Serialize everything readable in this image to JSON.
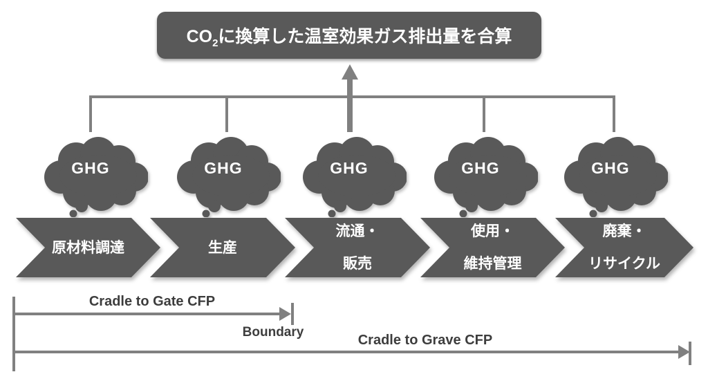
{
  "diagram": {
    "title_box": {
      "prefix": "CO",
      "sub": "2",
      "suffix": "に換算した温室効果ガス排出量を合算"
    },
    "ghg_label": "GHG",
    "stages": [
      {
        "lines": [
          "原材料調達"
        ]
      },
      {
        "lines": [
          "生産"
        ]
      },
      {
        "lines": [
          "流通・",
          "販売"
        ]
      },
      {
        "lines": [
          "使用・",
          "維持管理"
        ]
      },
      {
        "lines": [
          "廃棄・",
          "リサイクル"
        ]
      }
    ],
    "scopes": {
      "gate_label": "Cradle to Gate CFP",
      "boundary_label": "Boundary",
      "grave_label": "Cradle to Grave CFP"
    },
    "colors": {
      "shape_gray": "#595959",
      "line_gray": "#808080",
      "label_dark": "#3d3d3d",
      "text_light": "#ffffff"
    }
  }
}
